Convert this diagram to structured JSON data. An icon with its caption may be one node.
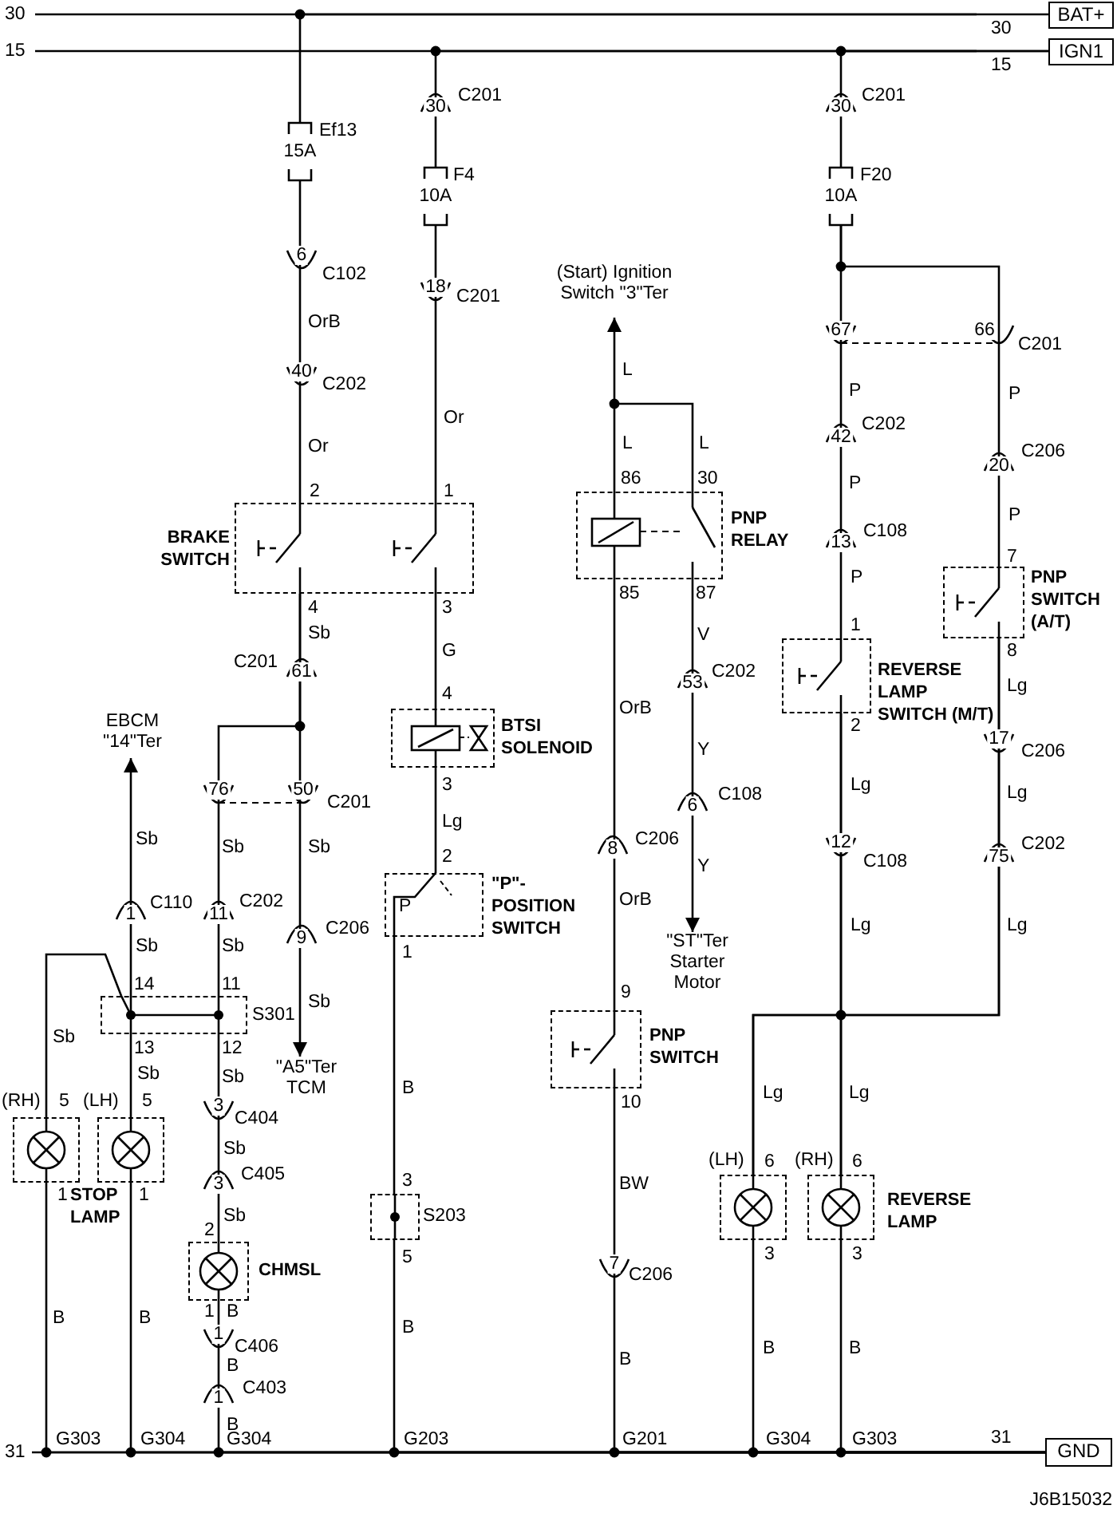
{
  "diagram": {
    "nodes": [
      {
        "text": [
          "BAT+"
        ]
      },
      {
        "text": [
          "IGN1"
        ]
      },
      {
        "text": [
          "15A"
        ],
        "beside": [
          "Ef13"
        ]
      },
      {
        "text": [
          "10A"
        ],
        "beside": [
          "F4"
        ]
      },
      {
        "text": [
          "10A"
        ],
        "beside": [
          "F20"
        ]
      },
      {
        "text": [
          "(Start) Ignition Switch \"3\"Ter"
        ]
      },
      {
        "text": [
          "BRAKE SWITCH"
        ]
      },
      {
        "text": [
          "PNP RELAY"
        ]
      },
      {
        "text": [
          "PNP SWITCH (A/T)"
        ]
      },
      {
        "text": [
          "REVERSE LAMP SWITCH (M/T)"
        ]
      },
      {
        "text": [
          "BTSI SOLENOID"
        ]
      },
      {
        "text": [
          "EBCM \"14\"Ter"
        ]
      },
      {
        "text": [
          "P",
          "\"P\"- POSITION SWITCH"
        ]
      },
      {
        "text": [
          "\"ST\"Ter Starter Motor"
        ]
      },
      {
        "text": [
          "S301"
        ]
      },
      {
        "text": [
          "\"A5\"Ter TCM"
        ]
      },
      {
        "text": [
          "PNP SWITCH"
        ]
      },
      {
        "text": [
          "(RH)"
        ]
      },
      {
        "text": [
          "(LH)"
        ]
      },
      {
        "text": [
          "CHMSL"
        ]
      },
      {
        "text": [
          "S203"
        ]
      },
      {
        "text": [
          "(LH)"
        ]
      },
      {
        "text": [
          "(RH)"
        ]
      },
      {
        "text": [
          "GND"
        ]
      }
    ],
    "edges": [
      {
        "from": 0,
        "to": 2,
        "arrow": "none"
      },
      {
        "from": 1,
        "to": 3,
        "arrow": "none"
      },
      {
        "from": 1,
        "to": 4,
        "arrow": "none"
      },
      {
        "from": 2,
        "to": 6,
        "arrow": "none"
      },
      {
        "from": 3,
        "to": 6,
        "arrow": "none"
      },
      {
        "from": 7,
        "to": 5,
        "arrow": "to"
      },
      {
        "from": 4,
        "to": 9,
        "arrow": "none"
      },
      {
        "from": 4,
        "to": 8,
        "arrow": "none"
      },
      {
        "from": 6,
        "to": 10,
        "arrow": "none"
      },
      {
        "from": 6,
        "to": 14,
        "arrow": "none"
      },
      {
        "from": 6,
        "to": 15,
        "arrow": "to"
      },
      {
        "from": 14,
        "to": 11,
        "arrow": "to"
      },
      {
        "from": 14,
        "to": 17,
        "arrow": "none"
      },
      {
        "from": 14,
        "to": 18,
        "arrow": "none"
      },
      {
        "from": 14,
        "to": 19,
        "arrow": "none"
      },
      {
        "from": 10,
        "to": 12,
        "arrow": "none"
      },
      {
        "from": 12,
        "to": 20,
        "arrow": "none"
      },
      {
        "from": 7,
        "to": 16,
        "arrow": "none"
      },
      {
        "from": 7,
        "to": 13,
        "arrow": "to"
      },
      {
        "from": 9,
        "to": 21,
        "arrow": "none"
      },
      {
        "from": 9,
        "to": 22,
        "arrow": "none"
      },
      {
        "from": 8,
        "to": 21,
        "arrow": "none"
      },
      {
        "from": 8,
        "to": 22,
        "arrow": "none"
      },
      {
        "from": 17,
        "to": 23,
        "arrow": "none"
      },
      {
        "from": 18,
        "to": 23,
        "arrow": "none"
      },
      {
        "from": 19,
        "to": 23,
        "arrow": "none"
      },
      {
        "from": 20,
        "to": 23,
        "arrow": "none"
      },
      {
        "from": 16,
        "to": 23,
        "arrow": "none"
      },
      {
        "from": 21,
        "to": 23,
        "arrow": "none"
      },
      {
        "from": 22,
        "to": 23,
        "arrow": "none"
      }
    ],
    "labels": [
      "30",
      "15",
      "30",
      "15",
      "30",
      "C201",
      "30",
      "C201",
      "6",
      "C102",
      "18",
      "C201",
      "OrB",
      "67",
      "66",
      "C201",
      "40",
      "C202",
      "L",
      "P",
      "P",
      "Or",
      "C202",
      "42",
      "Or",
      "L",
      "L",
      "C206",
      "20",
      "86",
      "30",
      "P",
      "2",
      "1",
      "P",
      "C108",
      "13",
      "7",
      "P",
      "85",
      "87",
      "4",
      "3",
      "1",
      "Sb",
      "V",
      "G",
      "8",
      "C201",
      "61",
      "4",
      "53",
      "C202",
      "Lg",
      "OrB",
      "Y",
      "2",
      "17",
      "C206",
      "76",
      "50",
      "C201",
      "3",
      "6",
      "C108",
      "Lg",
      "Lg",
      "Lg",
      "Sb",
      "Sb",
      "Sb",
      "2",
      "8",
      "C206",
      "Y",
      "12",
      "C108",
      "75",
      "C202",
      "1",
      "C110",
      "11",
      "C202",
      "OrB",
      "Lg",
      "Lg",
      "Sb",
      "Sb",
      "9",
      "C206",
      "1",
      "14",
      "11",
      "9",
      "Sb",
      "Sb",
      "13",
      "12",
      "Sb",
      "Sb",
      "5",
      "5",
      "3",
      "B",
      "10",
      "Lg",
      "Lg",
      "C404",
      "Sb",
      "6",
      "6",
      "C405",
      "3",
      "3",
      "BW",
      "1",
      "1",
      "STOP LAMP",
      "REVERSE LAMP",
      "2",
      "Sb",
      "5",
      "7",
      "C206",
      "3",
      "3",
      "1",
      "B",
      "B",
      "B",
      "B",
      "1",
      "C406",
      "B",
      "B",
      "B",
      "B",
      "C403",
      "1",
      "B",
      "31",
      "G303",
      "G304",
      "G304",
      "G203",
      "G201",
      "G304",
      "G303",
      "31",
      "J6B15032"
    ]
  }
}
